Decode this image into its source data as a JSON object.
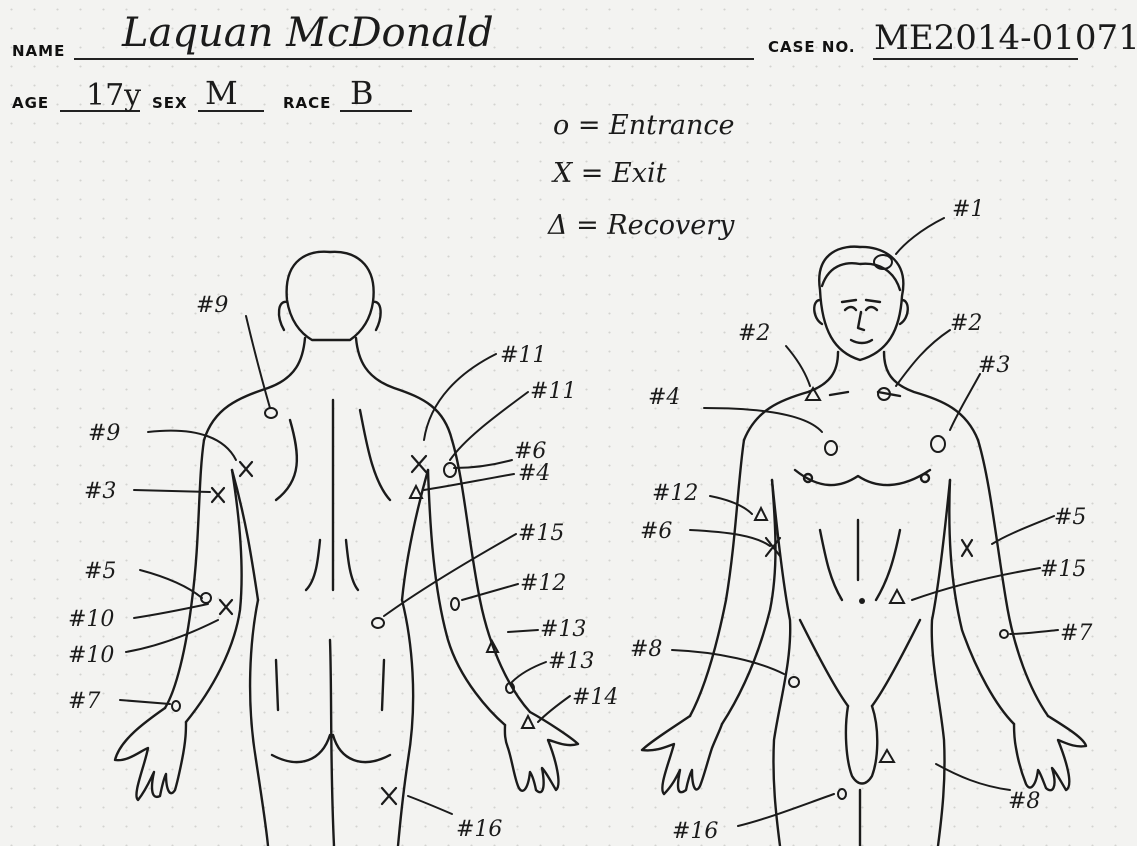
{
  "form": {
    "name_label": "NAME",
    "name_value": "Laquan McDonald",
    "case_label": "CASE NO.",
    "case_value": "ME2014-01071",
    "age_label": "AGE",
    "age_value": "17y",
    "sex_label": "SEX",
    "sex_value": "M",
    "race_label": "RACE",
    "race_value": "B"
  },
  "legend": {
    "entrance": "o = Entrance",
    "exit": "X = Exit",
    "recovery": "Δ = Recovery"
  },
  "back_view": {
    "labels": [
      "#9",
      "#11",
      "#11",
      "#9",
      "#6",
      "#3",
      "#4",
      "#15",
      "#5",
      "#12",
      "#10",
      "#10",
      "#13",
      "#13",
      "#7",
      "#14",
      "#16"
    ]
  },
  "front_view": {
    "labels": [
      "#1",
      "#2",
      "#2",
      "#3",
      "#4",
      "#12",
      "#6",
      "#5",
      "#15",
      "#7",
      "#8",
      "#16",
      "#8"
    ]
  },
  "colors": {
    "ink": "#1b1b1b",
    "paper": "#f3f3f1"
  }
}
